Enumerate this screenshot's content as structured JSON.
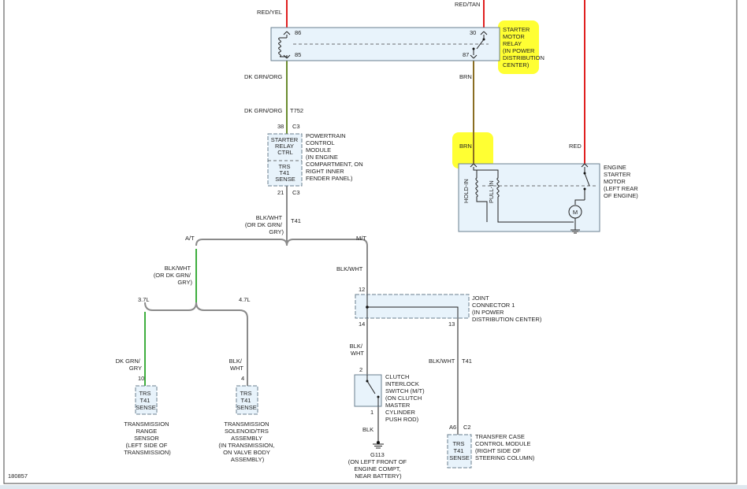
{
  "diagram_id": "180857",
  "starter_relay": {
    "label": [
      "STARTER",
      "MOTOR",
      "RELAY",
      "(IN POWER",
      "DISTRIBUTION",
      "CENTER)"
    ],
    "pin86": "86",
    "pin85": "85",
    "pin30": "30",
    "pin87": "87"
  },
  "wires": {
    "red_yel": "RED/YEL",
    "red_tan": "RED/TAN",
    "dk_grn_org_1": "DK GRN/ORG",
    "dk_grn_org_2": "DK GRN/ORG",
    "t752": "T752",
    "brn_1": "BRN",
    "brn_2": "BRN",
    "red": "RED",
    "blk_wht_main": [
      "BLK/WHT",
      "(OR DK GRN/",
      "GRY)"
    ],
    "t41_main": "T41",
    "at": "A/T",
    "mt": "M/T",
    "blk_wht_at": [
      "BLK/WHT",
      "(OR DK GRN/",
      "GRY)"
    ],
    "blk_wht_mt": "BLK/WHT",
    "l37": "3.7L",
    "l47": "4.7L",
    "dk_grn_gry": [
      "DK GRN/",
      "GRY"
    ],
    "blk_wht_47": [
      "BLK/",
      "WHT"
    ],
    "blk_wht_clutch": [
      "BLK/",
      "WHT"
    ],
    "blk_wht_tcm": "BLK/WHT",
    "t41_tcm": "T41",
    "blk": "BLK"
  },
  "pcm": {
    "pin_top": "38",
    "conn_top": "C3",
    "pin_bot": "21",
    "conn_bot": "C3",
    "inner_top": [
      "STARTER",
      "RELAY",
      "CTRL"
    ],
    "inner_bot": [
      "TRS",
      "T41",
      "SENSE"
    ],
    "label": [
      "POWERTRAIN",
      "CONTROL",
      "MODULE",
      "(IN ENGINE",
      "COMPARTMENT, ON",
      "RIGHT INNER",
      "FENDER PANEL)"
    ]
  },
  "starter_motor": {
    "label": [
      "ENGINE",
      "STARTER",
      "MOTOR",
      "(LEFT REAR",
      "OF ENGINE)"
    ],
    "hold_in": "HOLD-IN",
    "pull_in": "PULL-IN",
    "motor_symbol": "M"
  },
  "joint_connector": {
    "label": [
      "JOINT",
      "CONNECTOR 1",
      "(IN POWER",
      "DISTRIBUTION CENTER)"
    ],
    "pin12": "12",
    "pin14": "14",
    "pin13": "13"
  },
  "clutch_switch": {
    "label": [
      "CLUTCH",
      "INTERLOCK",
      "SWITCH (M/T)",
      "(ON CLUTCH",
      "MASTER",
      "CYLINDER",
      "PUSH ROD)"
    ],
    "pin2": "2",
    "pin1": "1"
  },
  "ground": {
    "name": "G113",
    "label": [
      "(ON LEFT FRONT OF",
      "ENGINE COMPT,",
      "NEAR BATTERY)"
    ]
  },
  "trs_sensor": {
    "pin": "10",
    "inner": [
      "TRS",
      "T41",
      "SENSE"
    ],
    "label": [
      "TRANSMISSION",
      "RANGE",
      "SENSOR",
      "(LEFT SIDE OF",
      "TRANSMISSION)"
    ]
  },
  "solenoid_assembly": {
    "pin": "4",
    "inner": [
      "TRS",
      "T41",
      "SENSE"
    ],
    "label": [
      "TRANSMISSION",
      "SOLENOID/TRS",
      "ASSEMBLY",
      "(IN TRANSMISSION,",
      "ON VALVE BODY",
      "ASSEMBLY)"
    ]
  },
  "tcm": {
    "pin": "A6",
    "conn": "C2",
    "inner": [
      "TRS",
      "T41",
      "SENSE"
    ],
    "label": [
      "TRANSFER CASE",
      "CONTROL MODULE",
      "(RIGHT SIDE OF",
      "STEERING COLUMN)"
    ]
  },
  "colors": {
    "wire_red": "#e02020",
    "wire_green": "#3fae3f",
    "wire_olive": "#6b8c2f",
    "wire_brown": "#8a6d22",
    "wire_gray": "#8a8a8a",
    "component_fill": "#e8f3fb",
    "highlight": "#ffff33"
  }
}
